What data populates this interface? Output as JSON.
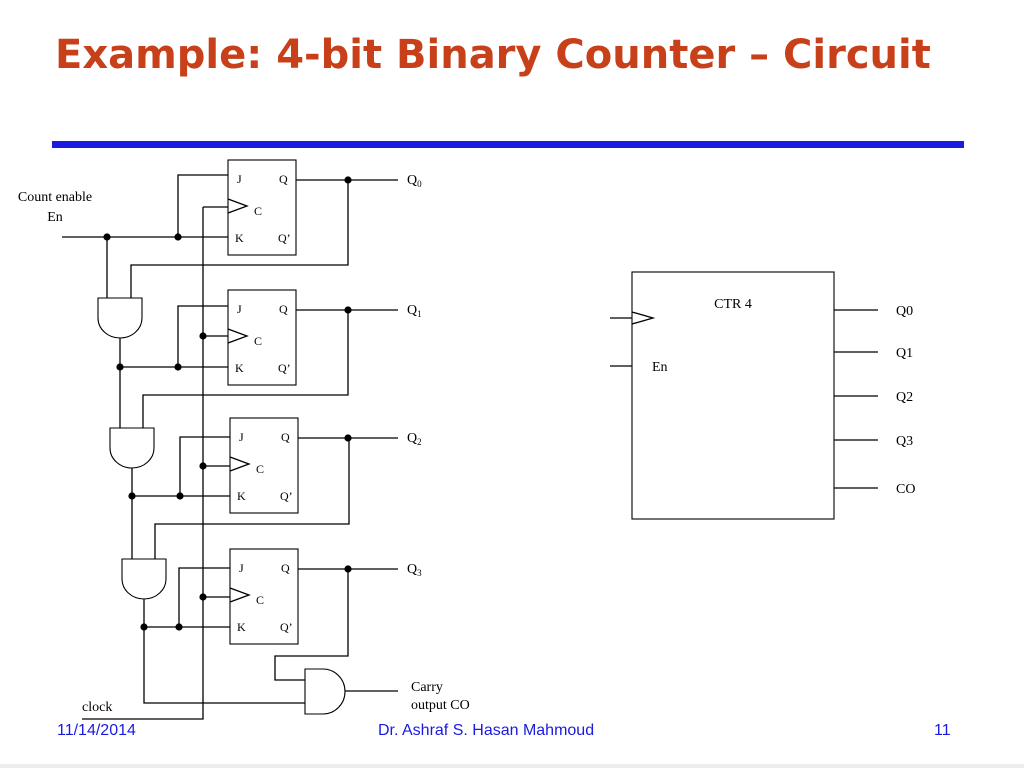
{
  "slide": {
    "title": "Example: 4-bit Binary Counter – Circuit",
    "date": "11/14/2014",
    "author": "Dr. Ashraf S. Hasan Mahmoud",
    "page_number": "11",
    "accent_color": "#c8401a",
    "rule_color": "#1a1ae0"
  },
  "circuit": {
    "count_enable_label": "Count enable",
    "en_label": "En",
    "clock_label": "clock",
    "carry_label_line1": "Carry",
    "carry_label_line2": "output CO",
    "flipflop_pins": {
      "j": "J",
      "q": "Q",
      "c": "C",
      "k": "K",
      "qbar": "Q’"
    },
    "outputs": [
      {
        "base": "Q",
        "sub": "0"
      },
      {
        "base": "Q",
        "sub": "1"
      },
      {
        "base": "Q",
        "sub": "2"
      },
      {
        "base": "Q",
        "sub": "3"
      }
    ]
  },
  "block": {
    "name": "CTR 4",
    "en_input": "En",
    "outputs": [
      "Q0",
      "Q1",
      "Q2",
      "Q3",
      "CO"
    ]
  }
}
